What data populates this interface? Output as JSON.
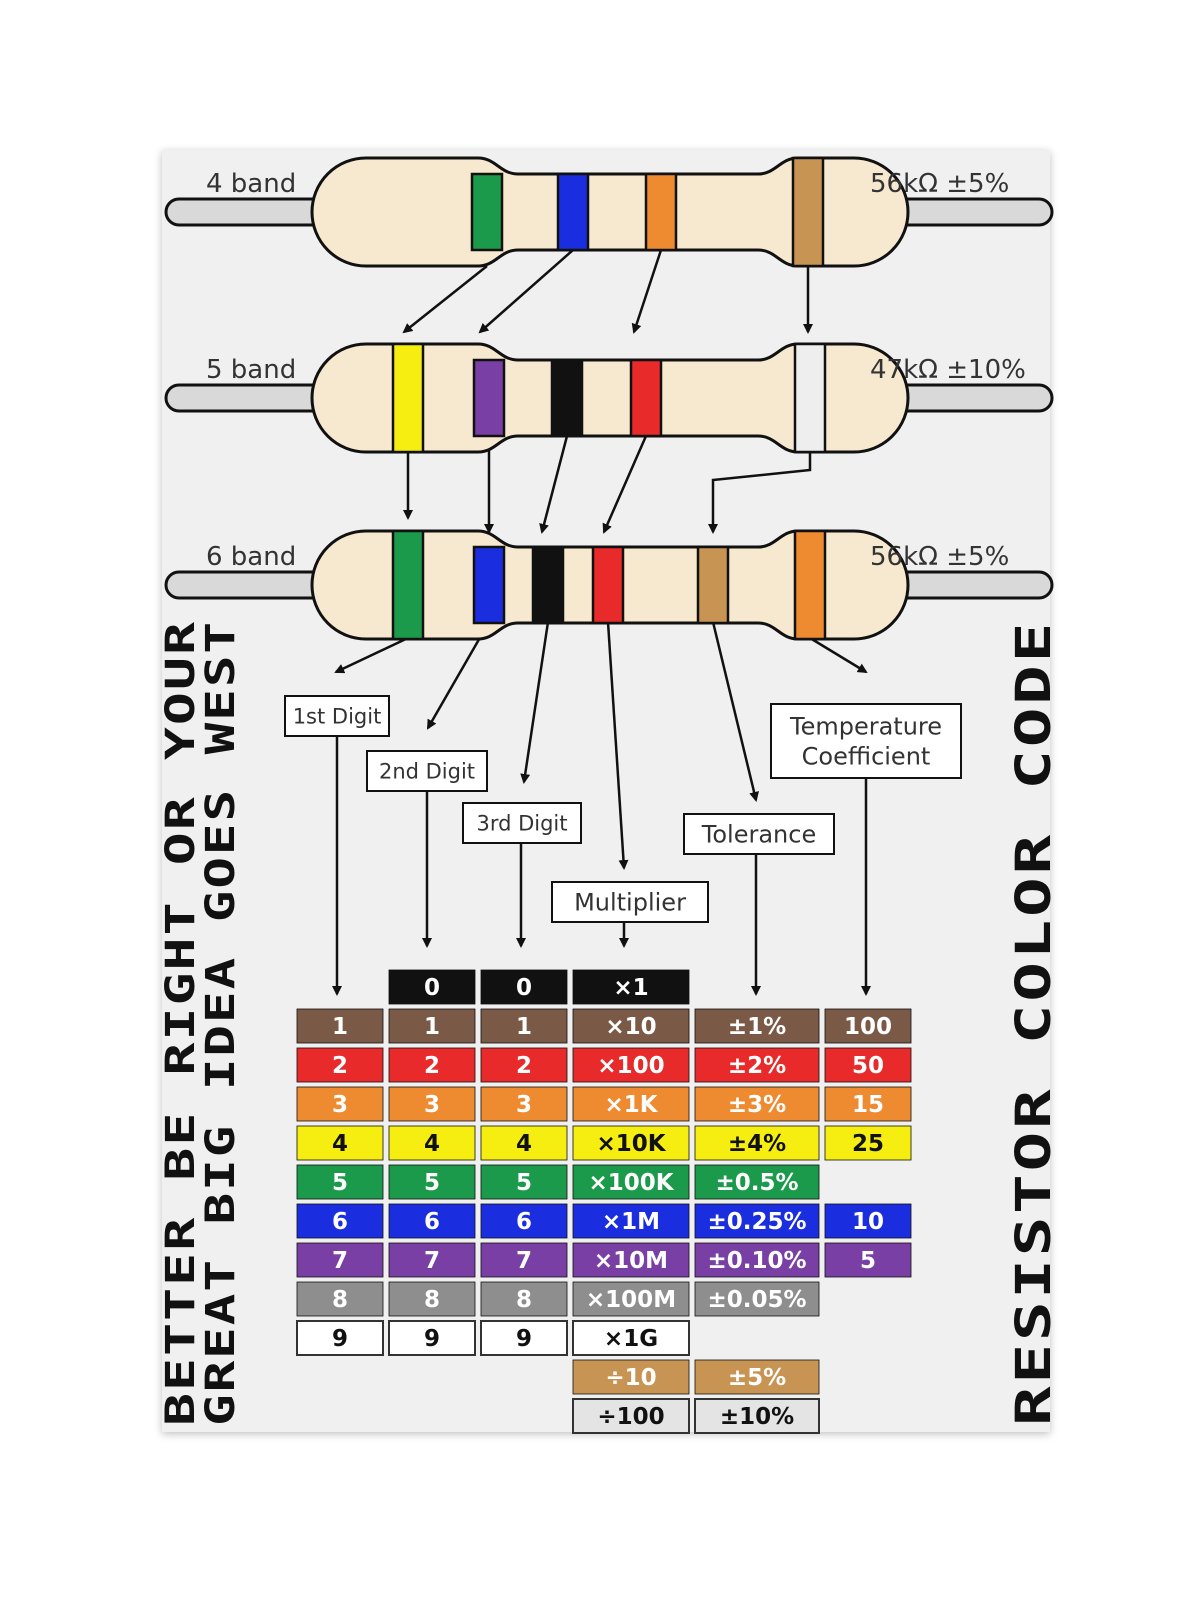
{
  "resistors": [
    {
      "label": "4 band",
      "value": "56kΩ ±5%",
      "bands": [
        "#1a9a4a",
        "#1a2ee0",
        "#ee8a30",
        "#c89454"
      ]
    },
    {
      "label": "5 band",
      "value": "47kΩ ±10%",
      "bands": [
        "#f6ee10",
        "#7a3fa5",
        "#111111",
        "#e82a2a",
        "#eeeeee"
      ]
    },
    {
      "label": "6 band",
      "value": "56kΩ ±5%",
      "bands": [
        "#1a9a4a",
        "#1a2ee0",
        "#111111",
        "#e82a2a",
        "#c89454",
        "#ee8a30"
      ]
    }
  ],
  "categories": {
    "first_digit": "1st Digit",
    "second_digit": "2nd Digit",
    "third_digit": "3rd Digit",
    "multiplier": "Multiplier",
    "tolerance": "Tolerance",
    "tempco": "Temperature\nCoefficient"
  },
  "colors": {
    "black": "#111111",
    "brown": "#7a5a46",
    "red": "#e82a2a",
    "orange": "#ee8a30",
    "yellow": "#f6ee10",
    "green": "#1a9a4a",
    "blue": "#1a2ee0",
    "violet": "#7a3fa5",
    "gray": "#8e8e8e",
    "white": "#ffffff",
    "gold": "#c89454",
    "silver": "#e4e4e4"
  },
  "table": {
    "rows": [
      {
        "color": "black",
        "digits": [
          "",
          "0",
          "0"
        ],
        "multiplier": "×1",
        "tolerance": "",
        "tempco": ""
      },
      {
        "color": "brown",
        "digits": [
          "1",
          "1",
          "1"
        ],
        "multiplier": "×10",
        "tolerance": "±1%",
        "tempco": "100"
      },
      {
        "color": "red",
        "digits": [
          "2",
          "2",
          "2"
        ],
        "multiplier": "×100",
        "tolerance": "±2%",
        "tempco": "50"
      },
      {
        "color": "orange",
        "digits": [
          "3",
          "3",
          "3"
        ],
        "multiplier": "×1K",
        "tolerance": "±3%",
        "tempco": "15"
      },
      {
        "color": "yellow",
        "digits": [
          "4",
          "4",
          "4"
        ],
        "multiplier": "×10K",
        "tolerance": "±4%",
        "tempco": "25"
      },
      {
        "color": "green",
        "digits": [
          "5",
          "5",
          "5"
        ],
        "multiplier": "×100K",
        "tolerance": "±0.5%",
        "tempco": ""
      },
      {
        "color": "blue",
        "digits": [
          "6",
          "6",
          "6"
        ],
        "multiplier": "×1M",
        "tolerance": "±0.25%",
        "tempco": "10"
      },
      {
        "color": "violet",
        "digits": [
          "7",
          "7",
          "7"
        ],
        "multiplier": "×10M",
        "tolerance": "±0.10%",
        "tempco": "5"
      },
      {
        "color": "gray",
        "digits": [
          "8",
          "8",
          "8"
        ],
        "multiplier": "×100M",
        "tolerance": "±0.05%",
        "tempco": ""
      },
      {
        "color": "white",
        "digits": [
          "9",
          "9",
          "9"
        ],
        "multiplier": "×1G",
        "tolerance": "",
        "tempco": ""
      },
      {
        "color": "gold",
        "digits": [
          "",
          "",
          ""
        ],
        "multiplier": "÷10",
        "tolerance": "±5%",
        "tempco": ""
      },
      {
        "color": "silver",
        "digits": [
          "",
          "",
          ""
        ],
        "multiplier": "÷100",
        "tolerance": "±10%",
        "tempco": ""
      }
    ]
  },
  "side_text": {
    "left_line1": "BETTER BE RIGHT OR YOUR",
    "left_line2": "GREAT BIG IDEA GOES WEST",
    "right": "RESISTOR COLOR CODE"
  }
}
